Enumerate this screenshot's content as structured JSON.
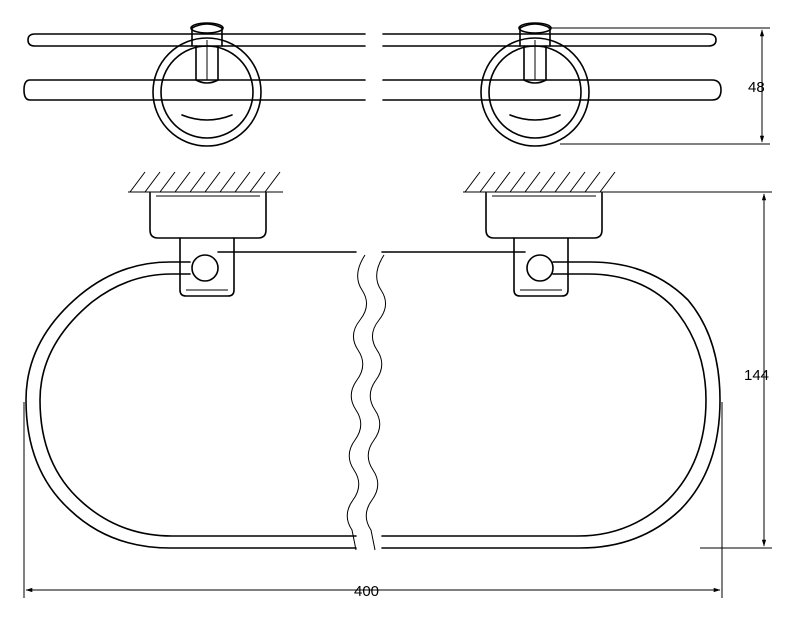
{
  "dimensions": {
    "depth": "48",
    "height": "144",
    "width": "400"
  }
}
